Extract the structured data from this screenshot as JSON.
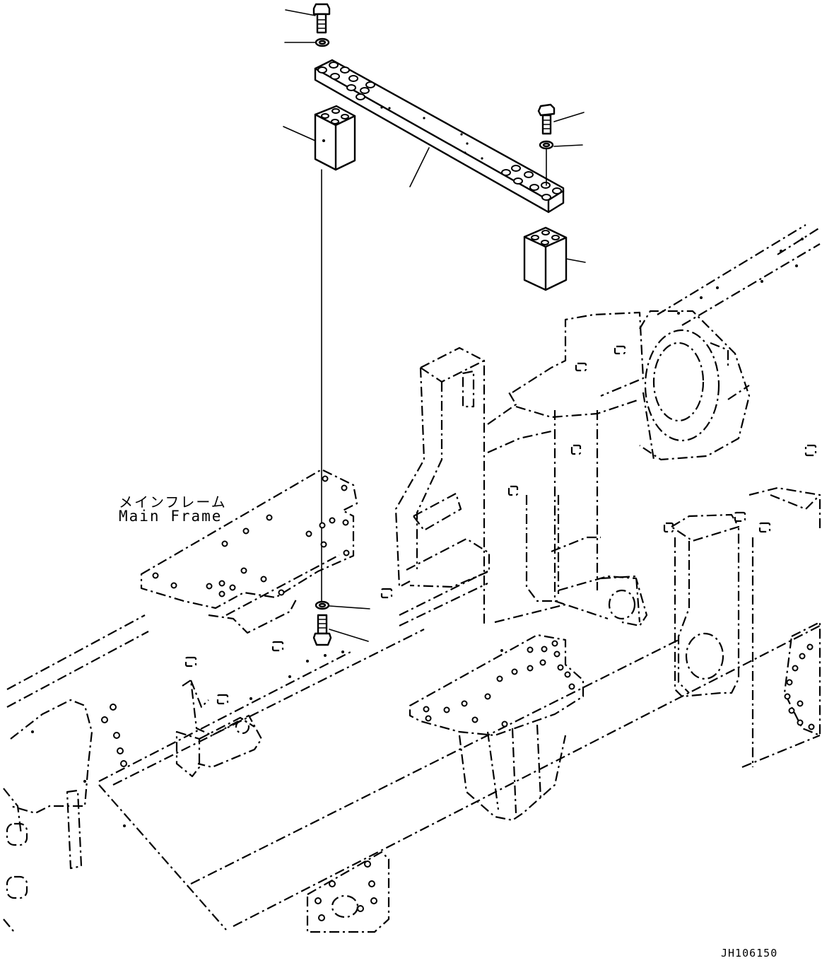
{
  "labels": {
    "main_frame_jp": "メインフレーム",
    "main_frame_en": "Main Frame",
    "drawing_id": "JH106150"
  }
}
